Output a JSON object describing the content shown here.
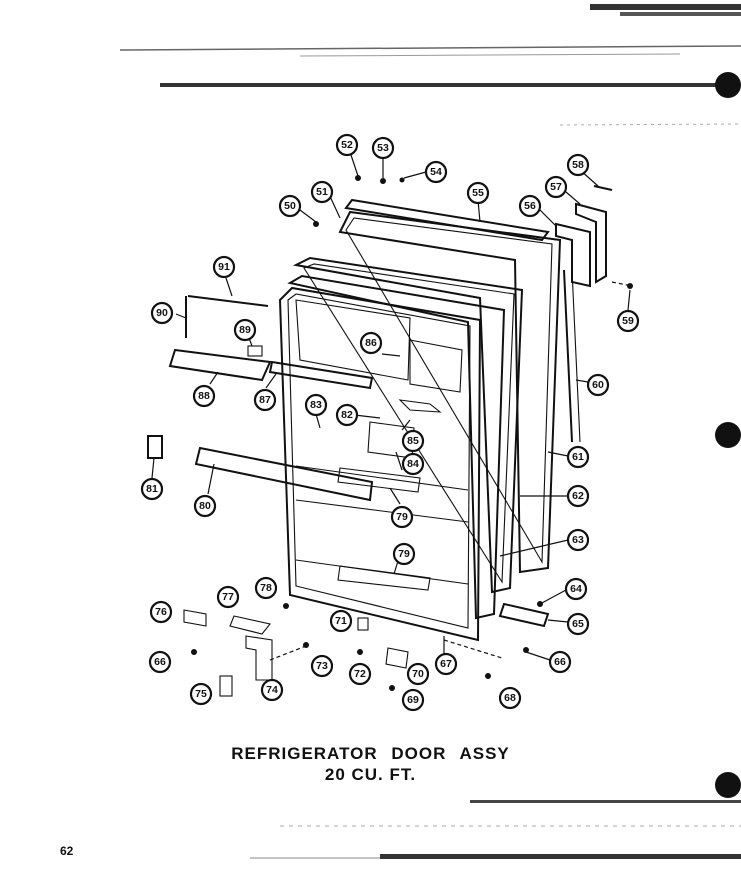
{
  "title_line_1": "REFRIGERATOR DOOR ASSY",
  "title_line_2": "20 CU. FT.",
  "page_number": "62",
  "callouts": [
    "50",
    "51",
    "52",
    "53",
    "54",
    "55",
    "56",
    "57",
    "58",
    "59",
    "60",
    "61",
    "62",
    "63",
    "64",
    "65",
    "66",
    "66",
    "67",
    "68",
    "69",
    "70",
    "71",
    "72",
    "73",
    "74",
    "75",
    "76",
    "77",
    "78",
    "79",
    "79",
    "80",
    "81",
    "82",
    "83",
    "84",
    "85",
    "86",
    "87",
    "88",
    "89",
    "90",
    "91"
  ]
}
